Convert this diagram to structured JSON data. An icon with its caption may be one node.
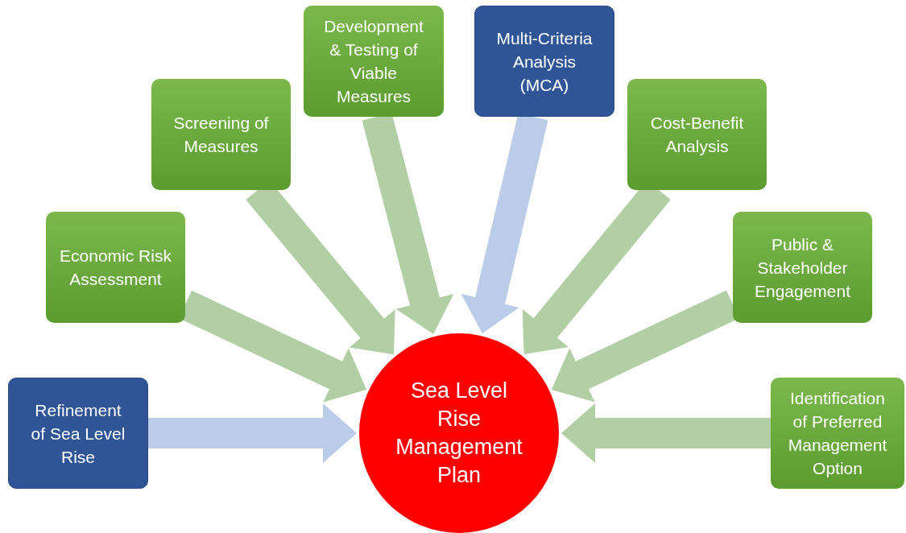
{
  "diagram": {
    "nodes": [
      {
        "text": [
          "Refinement of Sea Level Rise"
        ]
      },
      {
        "text": [
          "Economic Risk Assessment"
        ]
      },
      {
        "text": [
          "Screening of Measures"
        ]
      },
      {
        "text": [
          "Development & Testing of Viable Measures"
        ]
      },
      {
        "text": [
          "Multi-Criteria Analysis (MCA)"
        ]
      },
      {
        "text": [
          "Cost-Benefit Analysis"
        ]
      },
      {
        "text": [
          "Public & Stakeholder Engagement"
        ]
      },
      {
        "text": [
          "Identification of Preferred Management Option"
        ]
      },
      {
        "text": [
          "Sea Level Rise Management Plan"
        ]
      }
    ],
    "edges": [
      {
        "from": 0,
        "to": 8,
        "arrow": "to",
        "style": "thick",
        "color": "#b4c7e7"
      },
      {
        "from": 1,
        "to": 8,
        "arrow": "to",
        "style": "thick"
      },
      {
        "from": 2,
        "to": 8,
        "arrow": "to",
        "style": "thick"
      },
      {
        "from": 3,
        "to": 8,
        "arrow": "to",
        "style": "thick"
      },
      {
        "from": 4,
        "to": 8,
        "arrow": "to",
        "style": "thick",
        "color": "#b4c7e7"
      },
      {
        "from": 5,
        "to": 8,
        "arrow": "to",
        "style": "thick"
      },
      {
        "from": 6,
        "to": 8,
        "arrow": "to",
        "style": "thick"
      },
      {
        "from": 7,
        "to": 8,
        "arrow": "to",
        "style": "thick"
      }
    ]
  }
}
